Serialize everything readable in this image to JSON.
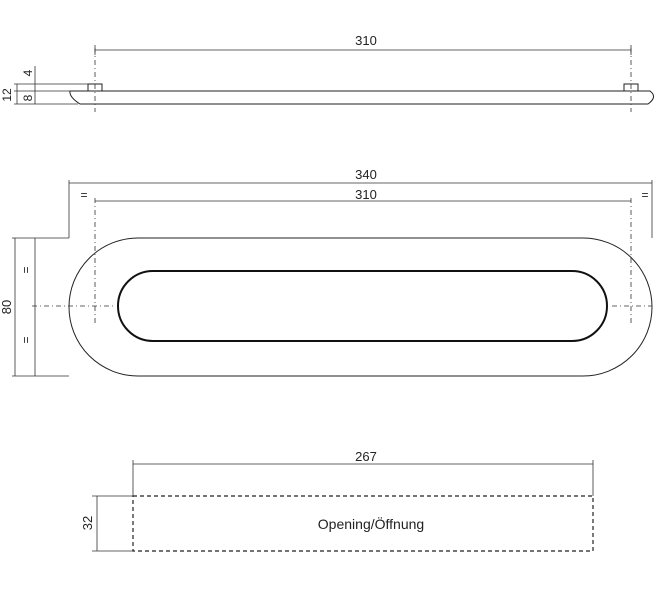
{
  "top_view": {
    "dim_length": "310",
    "dim_total_height": "12",
    "dim_pin": "4",
    "dim_plate": "8"
  },
  "front_view": {
    "dim_overall": "340",
    "dim_holes": "310",
    "dim_height": "80",
    "equal_mark": "="
  },
  "opening": {
    "dim_width": "267",
    "dim_height": "32",
    "label": "Opening/Öffnung"
  }
}
